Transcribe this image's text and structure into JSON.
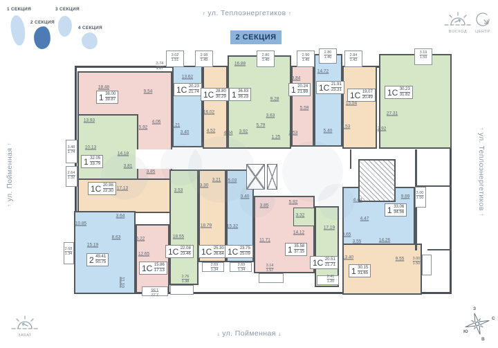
{
  "legend": {
    "sections": [
      {
        "label": "1 СЕКЦИЯ",
        "active": false
      },
      {
        "label": "2 СЕКЦИЯ",
        "active": true
      },
      {
        "label": "3 СЕКЦИЯ",
        "active": false
      },
      {
        "label": "4 СЕКЦИЯ",
        "active": false
      }
    ]
  },
  "badge": {
    "label": "2 СЕКЦИЯ"
  },
  "streets": {
    "top": "ул. Теплоэнергетиков",
    "right": "ул. Теплоэнергетиков",
    "left": "ул. Пойменная",
    "bottom": "ул. Пойменная",
    "arrow_up": "↑",
    "arrow_down": "↓"
  },
  "icons": {
    "sunrise": "ВОСХОД",
    "sunset": "ЗАКАТ",
    "center": "ЦЕНТР"
  },
  "compass": {
    "top": "З",
    "right": "С",
    "left": "Ю",
    "bottom": "В"
  },
  "colors": {
    "pink": "#f3d6d2",
    "green": "#d6e7c8",
    "blue": "#c3def1",
    "orange": "#f6dfc1",
    "wall": "#53585d",
    "legend_blob": "#c7dcf0",
    "legend_blob_active": "#4d7cb5",
    "badge_bg": "#8cb4da",
    "badge_text": "#1c3a5e",
    "street_text": "#8a97a8"
  },
  "plan": {
    "shell": [
      108,
      95,
      545,
      330
    ],
    "apartments": [
      {
        "t": "1",
        "a1": "38.00",
        "a2": "39.87",
        "c": "pink",
        "r": [
          112,
          103,
          137,
          160
        ],
        "b": [
          139,
          131
        ]
      },
      {
        "t": "1",
        "a1": "32.05",
        "a2": "33.79",
        "c": "green",
        "r": [
          112,
          165,
          88,
          97
        ],
        "b": [
          117,
          224
        ]
      },
      {
        "t": "1С",
        "a1": "20.98",
        "a2": "22.30",
        "c": "orange",
        "r": [
          112,
          258,
          176,
          50
        ],
        "b": [
          127,
          263
        ]
      },
      {
        "t": "2",
        "a1": "49.41",
        "a2": "50.75",
        "c": "blue",
        "r": [
          107,
          305,
          89,
          120
        ],
        "b": [
          125,
          366
        ]
      },
      {
        "t": "1С",
        "a1": "15.86",
        "a2": "17.13",
        "c": "pink",
        "r": [
          196,
          324,
          49,
          100
        ],
        "b": [
          201,
          378
        ]
      },
      {
        "t": "1С",
        "a1": "20.23",
        "a2": "21.74",
        "c": "blue",
        "r": [
          249,
          95,
          44,
          118
        ],
        "b": [
          251,
          120
        ]
      },
      {
        "t": "1С",
        "a1": "28.80",
        "a2": "30.29",
        "c": "orange",
        "r": [
          293,
          95,
          36,
          120
        ],
        "b": [
          290,
          127
        ]
      },
      {
        "t": "1",
        "a1": "36.83",
        "a2": "38.23",
        "c": "green",
        "r": [
          329,
          80,
          92,
          135
        ],
        "b": [
          331,
          127
        ]
      },
      {
        "t": "1",
        "a1": "20.24",
        "a2": "21.69",
        "c": "pink",
        "r": [
          421,
          95,
          33,
          117
        ],
        "b": [
          417,
          120
        ]
      },
      {
        "t": "1С",
        "a1": "21.91",
        "a2": "23.31",
        "c": "blue",
        "r": [
          454,
          78,
          41,
          134
        ],
        "b": [
          457,
          117
        ]
      },
      {
        "t": "1С",
        "a1": "19.07",
        "a2": "20.49",
        "c": "orange",
        "r": [
          495,
          95,
          50,
          120
        ],
        "b": [
          502,
          128
        ]
      },
      {
        "t": "1С",
        "a1": "30.23",
        "a2": "31.82",
        "c": "green",
        "r": [
          548,
          78,
          105,
          137
        ],
        "b": [
          556,
          124
        ]
      },
      {
        "t": "1С",
        "a1": "22.08",
        "a2": "23.46",
        "c": "green",
        "r": [
          245,
          245,
          42,
          167
        ],
        "b": [
          239,
          354
        ]
      },
      {
        "t": "1С",
        "a1": "25.30",
        "a2": "26.64",
        "c": "orange",
        "r": [
          287,
          245,
          40,
          134
        ],
        "b": [
          287,
          354
        ]
      },
      {
        "t": "1С",
        "a1": "23.75",
        "a2": "25.09",
        "c": "blue",
        "r": [
          327,
          245,
          40,
          134
        ],
        "b": [
          325,
          354
        ]
      },
      {
        "t": "1",
        "a1": "35.58",
        "a2": "37.15",
        "c": "pink",
        "r": [
          367,
          283,
          88,
          112
        ],
        "b": [
          412,
          351
        ]
      },
      {
        "t": "1С",
        "a1": "20.51",
        "a2": "21.71",
        "c": "green",
        "r": [
          455,
          298,
          35,
          117
        ],
        "b": [
          448,
          370
        ]
      },
      {
        "t": "1",
        "a1": "33.06",
        "a2": "34.56",
        "c": "blue",
        "r": [
          495,
          270,
          105,
          85
        ],
        "b": [
          556,
          294
        ]
      },
      {
        "t": "1",
        "a1": "30.15",
        "a2": "31.65",
        "c": "orange",
        "r": [
          495,
          352,
          115,
          74
        ],
        "b": [
          504,
          382
        ]
      }
    ],
    "extras": [
      [
        424,
        300,
        31,
        27
      ]
    ],
    "white": [
      [
        196,
        216,
        310,
        28
      ]
    ],
    "walls": [
      [
        600,
        216,
        3,
        146
      ],
      [
        600,
        268,
        53,
        2
      ],
      [
        618,
        360,
        35,
        2
      ],
      [
        506,
        216,
        2,
        28
      ]
    ],
    "stairs": [
      518,
      230,
      54,
      62
    ],
    "elevators": [
      [
        356,
        237,
        27,
        37
      ],
      [
        386,
        237,
        15,
        37
      ]
    ],
    "balcony_rects": [
      [
        240,
        73,
        26,
        24
      ],
      [
        282,
        73,
        26,
        24
      ],
      [
        371,
        73,
        26,
        24
      ],
      [
        429,
        73,
        26,
        24
      ],
      [
        461,
        70,
        26,
        22
      ],
      [
        498,
        73,
        26,
        24
      ],
      [
        599,
        70,
        26,
        24
      ],
      [
        95,
        202,
        17,
        34
      ],
      [
        95,
        240,
        17,
        30
      ],
      [
        92,
        350,
        15,
        32
      ],
      [
        246,
        412,
        34,
        14
      ],
      [
        292,
        379,
        32,
        14
      ],
      [
        332,
        379,
        32,
        14
      ],
      [
        374,
        395,
        36,
        14
      ],
      [
        458,
        398,
        32,
        14
      ],
      [
        205,
        414,
        38,
        14
      ],
      [
        600,
        270,
        16,
        30
      ],
      [
        610,
        368,
        14,
        30
      ]
    ],
    "rooms": [
      [
        "18.48",
        150,
        126
      ],
      [
        "9.54",
        214,
        132
      ],
      [
        "5.92",
        207,
        184
      ],
      [
        "4.06",
        226,
        176
      ],
      [
        "13.93",
        129,
        174
      ],
      [
        "10.13",
        131,
        213
      ],
      [
        "3.81",
        185,
        240
      ],
      [
        "14.18",
        178,
        222
      ],
      [
        "3.85",
        218,
        248
      ],
      [
        "17.13",
        177,
        272
      ],
      [
        "10.85",
        117,
        323
      ],
      [
        "15.19",
        134,
        354
      ],
      [
        "8.63",
        168,
        343
      ],
      [
        "3.64",
        174,
        312
      ],
      [
        "11.10",
        177,
        408,
        90
      ],
      [
        "5.22",
        203,
        345
      ],
      [
        "12.65",
        208,
        367
      ],
      [
        "13.62",
        271,
        111
      ],
      [
        "3.21",
        254,
        181
      ],
      [
        "3.40",
        267,
        191
      ],
      [
        "16.02",
        302,
        162
      ],
      [
        "4.52",
        305,
        189
      ],
      [
        "4.54",
        330,
        192
      ],
      [
        "16.88",
        347,
        92
      ],
      [
        "9.28",
        397,
        143
      ],
      [
        "3.63",
        391,
        167
      ],
      [
        "5.79",
        377,
        181
      ],
      [
        "3.92",
        352,
        190
      ],
      [
        "1.25",
        399,
        198
      ],
      [
        "9.84",
        428,
        113
      ],
      [
        "5.59",
        440,
        156
      ],
      [
        "3.53",
        424,
        192
      ],
      [
        "14.72",
        467,
        103
      ],
      [
        "5.40",
        474,
        189
      ],
      [
        "15.54",
        508,
        149
      ],
      [
        "3.53",
        500,
        183
      ],
      [
        "27.31",
        567,
        164
      ],
      [
        "2.92",
        552,
        186
      ],
      [
        "3.53",
        258,
        275
      ],
      [
        "18.55",
        258,
        342
      ],
      [
        "3.30",
        295,
        268
      ],
      [
        "3.21",
        313,
        260
      ],
      [
        "18.79",
        298,
        326
      ],
      [
        "5.03",
        336,
        261
      ],
      [
        "3.40",
        354,
        284
      ],
      [
        "15.32",
        336,
        327
      ],
      [
        "3.85",
        382,
        297
      ],
      [
        "5.92",
        424,
        292
      ],
      [
        "14.12",
        432,
        336
      ],
      [
        "11.71",
        383,
        347
      ],
      [
        "3.32",
        434,
        311
      ],
      [
        "17.19",
        476,
        329
      ],
      [
        "4.44",
        517,
        289
      ],
      [
        "4.47",
        527,
        316
      ],
      [
        "9.89",
        586,
        284
      ],
      [
        "14.26",
        556,
        347
      ],
      [
        "3.65",
        501,
        339
      ],
      [
        "3.55",
        516,
        349
      ],
      [
        "13.40",
        503,
        372
      ],
      [
        "9.55",
        578,
        374
      ]
    ],
    "balconies": [
      [
        "3.74",
        "1.87",
        231,
        96,
        0
      ],
      [
        "3.02",
        "1.51",
        253,
        84,
        0
      ],
      [
        "2.98",
        "1.49",
        295,
        84,
        0
      ],
      [
        "2.80",
        "1.40",
        384,
        84,
        0
      ],
      [
        "2.90",
        "1.45",
        442,
        84,
        0
      ],
      [
        "2.80",
        "1.40",
        474,
        80,
        0
      ],
      [
        "2.84",
        "1.42",
        511,
        84,
        0
      ],
      [
        "3.19",
        "1.59",
        612,
        80,
        0
      ],
      [
        "3.48",
        "1.74",
        103,
        217,
        0
      ],
      [
        "2.64",
        "1.32",
        103,
        254,
        0
      ],
      [
        "2.68",
        "1.34",
        99,
        364,
        0
      ],
      [
        "2.76",
        "1.38",
        268,
        404,
        0
      ],
      [
        "2.69",
        "1.34",
        310,
        387,
        0
      ],
      [
        "2.69",
        "1.34",
        349,
        387,
        0
      ],
      [
        "3.14",
        "1.57",
        390,
        388,
        0
      ],
      [
        "2.41",
        "1.20",
        478,
        404,
        0
      ],
      [
        "3.00",
        "1.50",
        607,
        283,
        0
      ],
      [
        "3.00",
        "1.50",
        602,
        378,
        0
      ],
      [
        "2.22",
        "1.56",
        224,
        421,
        180
      ]
    ],
    "watermark": [
      [
        320,
        245,
        48
      ],
      [
        262,
        238,
        30
      ],
      [
        372,
        288,
        26
      ],
      [
        452,
        248,
        44
      ],
      [
        486,
        292,
        26
      ],
      [
        180,
        255,
        34
      ]
    ]
  }
}
